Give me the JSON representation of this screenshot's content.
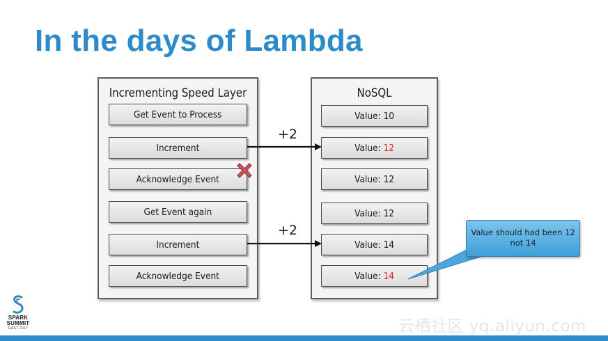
{
  "slide": {
    "title": "In the days of Lambda"
  },
  "left_panel": {
    "title": "Incrementing Speed Layer",
    "steps": [
      "Get Event to Process",
      "Increment",
      "Acknowledge Event",
      "Get Event again",
      "Increment",
      "Acknowledge Event"
    ]
  },
  "right_panel": {
    "title": "NoSQL",
    "values": [
      {
        "prefix": "Value: ",
        "number": "10",
        "highlight": false
      },
      {
        "prefix": "Value: ",
        "number": "12",
        "highlight": true
      },
      {
        "prefix": "Value: ",
        "number": "12",
        "highlight": false
      },
      {
        "prefix": "Value: ",
        "number": "12",
        "highlight": false
      },
      {
        "prefix": "Value: ",
        "number": "14",
        "highlight": false
      },
      {
        "prefix": "Value: ",
        "number": "14",
        "highlight": true
      }
    ]
  },
  "arrows": [
    {
      "label": "+2"
    },
    {
      "label": "+2"
    }
  ],
  "callout": {
    "line1": "Value should had been 12",
    "line2": "not 14"
  },
  "failure_mark": {
    "icon": "red-x-icon"
  },
  "logo": {
    "line1": "SPARK",
    "line2": "SUMMIT",
    "line3": "EAST 2017"
  },
  "watermark": "云栖社区 yq.aliyun.com",
  "colors": {
    "title": "#2e8bc9",
    "highlight": "#e0262a",
    "callout": "#4aa6dd",
    "bar": "#2e8bc9"
  }
}
